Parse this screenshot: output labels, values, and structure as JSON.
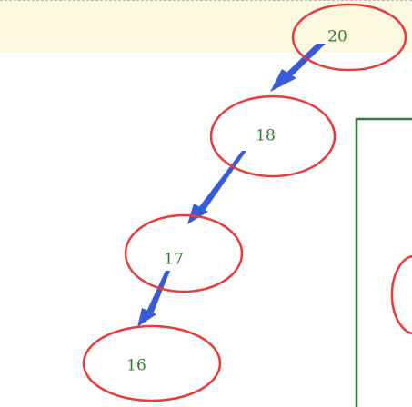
{
  "colors": {
    "band": "#fdf8e0",
    "node_stroke": "#ea3a3a",
    "node_text": "#2f7d2f",
    "arrow": "#3a5bd6",
    "box_stroke": "#2e7d32"
  },
  "nodes": [
    {
      "id": "n20",
      "label": "20"
    },
    {
      "id": "n18",
      "label": "18"
    },
    {
      "id": "n17",
      "label": "17"
    },
    {
      "id": "n16",
      "label": "16"
    }
  ],
  "edges": [
    {
      "from": "n20",
      "to": "n18"
    },
    {
      "from": "n18",
      "to": "n17"
    },
    {
      "from": "n17",
      "to": "n16"
    }
  ]
}
